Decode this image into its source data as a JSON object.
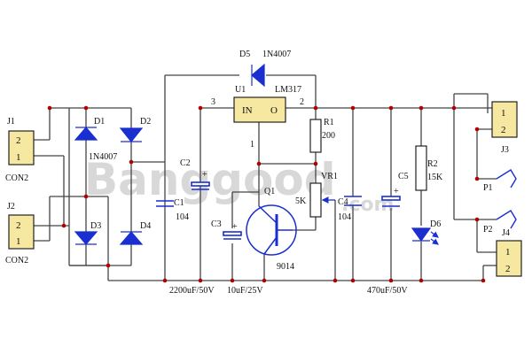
{
  "colors": {
    "wire": "#444444",
    "component": "#1a2fd0",
    "connector_fill": "#f6e7a1",
    "text": "#101010",
    "watermark": "#d8d8d8"
  },
  "watermark": {
    "brand": "Banggood",
    "domain": ".com"
  },
  "connectors": {
    "j1": {
      "ref": "J1",
      "type": "CON2",
      "pin_top": "2",
      "pin_bottom": "1"
    },
    "j2": {
      "ref": "J2",
      "type": "CON2",
      "pin_top": "2",
      "pin_bottom": "1"
    },
    "j3": {
      "ref": "J3",
      "pin_top": "1",
      "pin_bottom": "2"
    },
    "j4": {
      "ref": "J4",
      "pin_top": "1",
      "pin_bottom": "2"
    }
  },
  "diodes": {
    "d1": "D1",
    "d2": "D2",
    "d3": "D3",
    "d4": "D4",
    "bridge_part": "1N4007",
    "d5": "D5",
    "d5_part": "1N4007"
  },
  "regulator": {
    "ref": "U1",
    "part": "LM317",
    "in_label": "IN",
    "out_label": "O",
    "pin_in": "3",
    "pin_out": "2",
    "pin_adj": "1"
  },
  "capacitors": {
    "c1": {
      "ref": "C1",
      "value": "104"
    },
    "c2": {
      "ref": "C2"
    },
    "c3": {
      "ref": "C3"
    },
    "c4": {
      "ref": "C4",
      "value": "104"
    },
    "c5": {
      "ref": "C5"
    },
    "polarity_mark": "+"
  },
  "resistors": {
    "r1": {
      "ref": "R1",
      "value": "200"
    },
    "r2": {
      "ref": "R2",
      "value": "15K"
    },
    "vr1": {
      "ref": "VR1",
      "value": "5K"
    }
  },
  "transistor": {
    "ref": "Q1",
    "part": "9014"
  },
  "led": {
    "ref": "D6"
  },
  "outputs": {
    "p1": "P1",
    "p2": "P2"
  },
  "bottom_values": {
    "c2_rating": "2200uF/50V",
    "c3_rating": "10uF/25V",
    "c5_rating": "470uF/50V"
  }
}
